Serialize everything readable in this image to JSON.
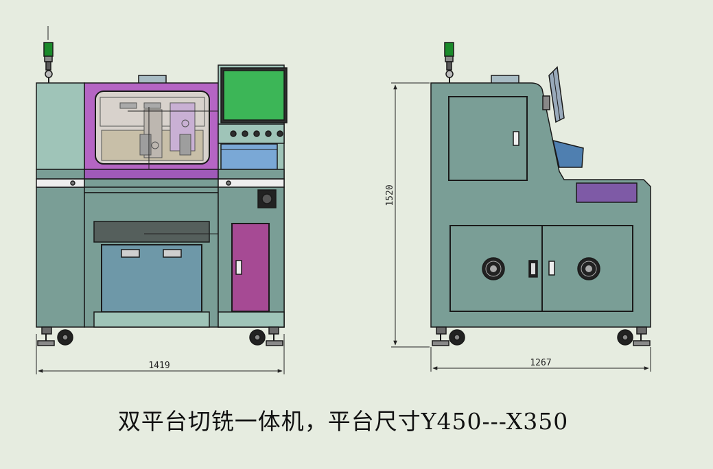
{
  "dimensions": {
    "front_width": "1419",
    "side_width": "1267",
    "side_height": "1520"
  },
  "caption": "双平台切铣一体机，平台尺寸Y450---X350",
  "colors": {
    "background": "#e6ece0",
    "body": "#7a9e96",
    "body_light": "#9fc4b8",
    "window": "#b565c4",
    "screen": "#3cb657",
    "door_magenta": "#a64a94",
    "panel_blue": "#7aa8d6",
    "drawer": "#6e98a8",
    "label_purple": "#7e5aa6",
    "signal_green": "#1a8a2a",
    "outline": "#1a1a1a"
  }
}
